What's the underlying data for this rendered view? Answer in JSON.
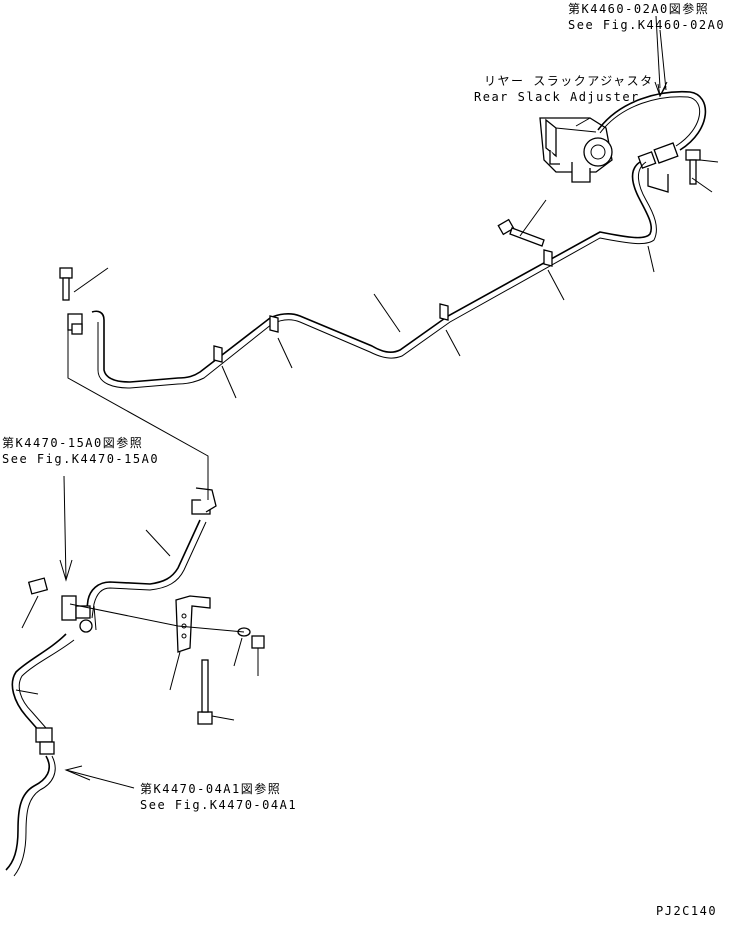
{
  "refs": {
    "top_ref_jp": "第K4460-02A0図参照",
    "top_ref_en": "See Fig.K4460-02A0",
    "adjuster_jp": "リヤー スラックアジャスタ",
    "adjuster_en": "Rear Slack Adjuster",
    "mid_ref_jp": "第K4470-15A0図参照",
    "mid_ref_en": "See Fig.K4470-15A0",
    "bottom_ref_jp": "第K4470-04A1図参照",
    "bottom_ref_en": "See Fig.K4470-04A1"
  },
  "drawing_code": "PJ2C140"
}
